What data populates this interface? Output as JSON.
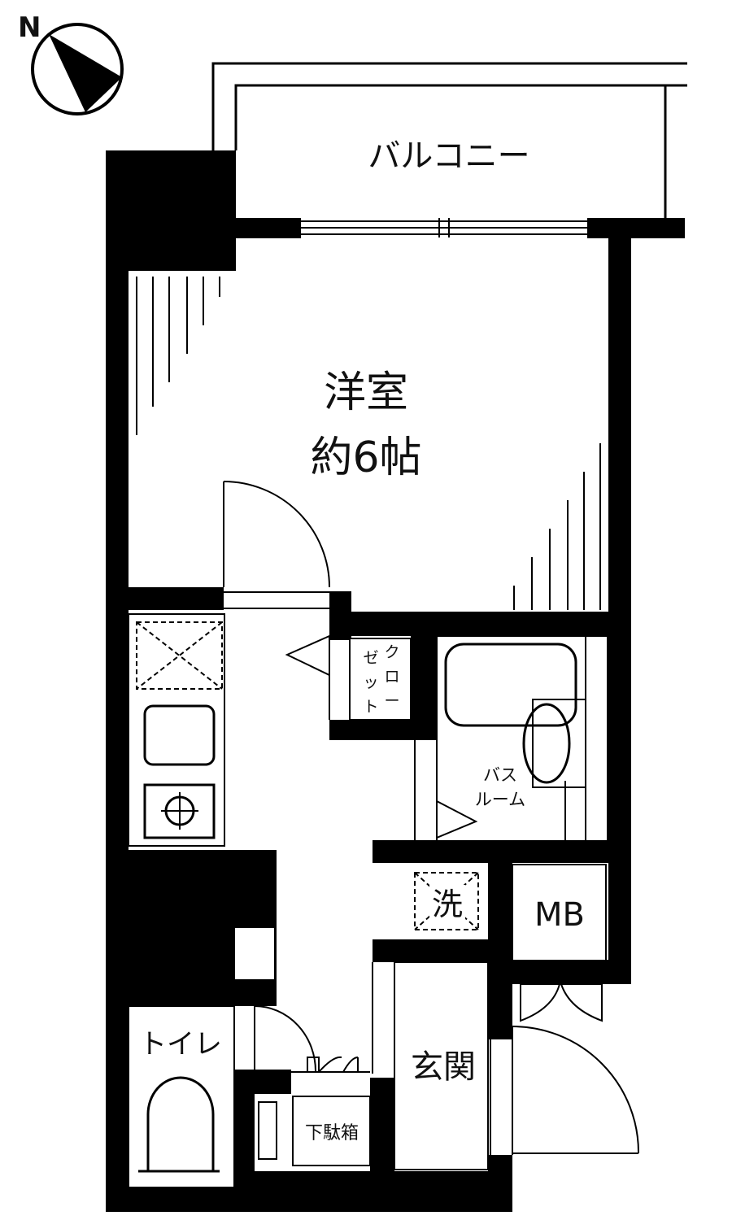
{
  "compass": {
    "north_label": "N"
  },
  "rooms": {
    "balcony": "バルコニー",
    "western_room_name": "洋室",
    "western_room_size": "約6帖",
    "closet_col1": [
      "ゼ",
      "ッ",
      "ト"
    ],
    "closet_col2": [
      "ク",
      "ロ",
      "ー"
    ],
    "bathroom_line1": "バス",
    "bathroom_line2": "ルーム",
    "washer": "洗",
    "mb": "MB",
    "toilet": "トイレ",
    "entrance": "玄関",
    "shoe_box": "下駄箱"
  }
}
